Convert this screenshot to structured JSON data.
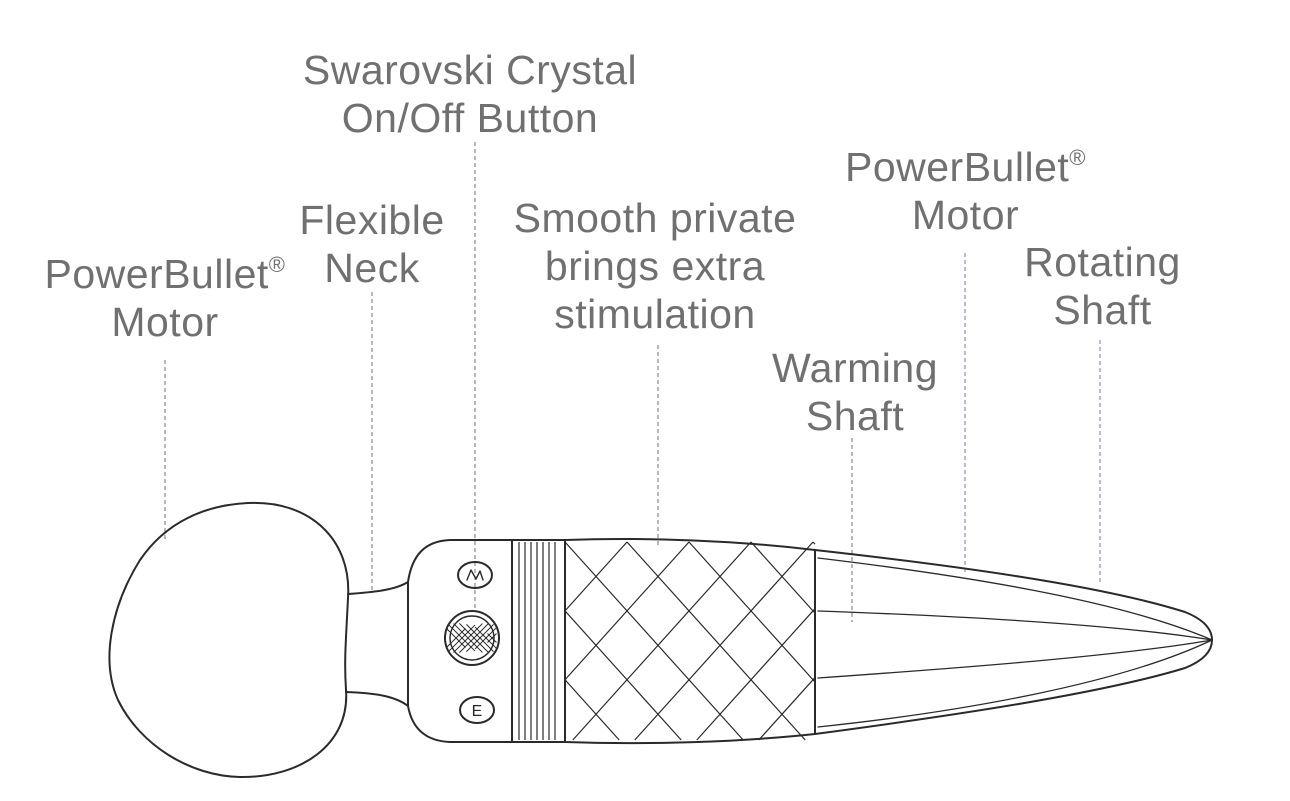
{
  "labels": {
    "wand_motor": {
      "line1": "PowerBullet",
      "mark": "®",
      "line2": "Motor"
    },
    "flexible_neck": {
      "line1": "Flexible",
      "line2": "Neck"
    },
    "crystal_button": {
      "line1": "Swarovski Crystal",
      "line2": "On/Off Button"
    },
    "smooth_private": {
      "line1": "Smooth private",
      "line2": "brings extra",
      "line3": "stimulation"
    },
    "warming_shaft": {
      "line1": "Warming",
      "line2": "Shaft"
    },
    "shaft_motor": {
      "line1": "PowerBullet",
      "mark": "®",
      "line2": "Motor"
    },
    "rotating_shaft": {
      "line1": "Rotating",
      "line2": "Shaft"
    }
  },
  "colors": {
    "label_text": "#707070",
    "outline": "#2a2a2a",
    "leader_gray": "#8a8a8a",
    "leader_purple": "#9a86c0"
  }
}
